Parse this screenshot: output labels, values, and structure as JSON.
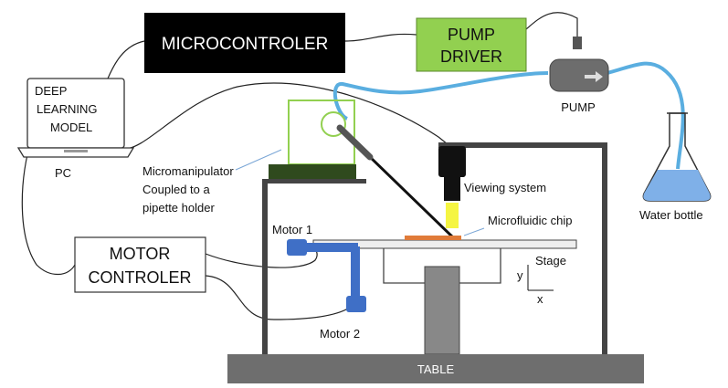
{
  "labels": {
    "microcontroller": "MICROCONTROLER",
    "pump_driver_line1": "PUMP",
    "pump_driver_line2": "DRIVER",
    "pump": "PUMP",
    "water_bottle": "Water bottle",
    "pc": "PC",
    "pc_screen_line1": "DEEP",
    "pc_screen_line2": "LEARNING",
    "pc_screen_line3": "MODEL",
    "micromanipulator_line1": "Micromanipulator",
    "micromanipulator_line2": "Coupled to a",
    "micromanipulator_line3": "pipette holder",
    "viewing_system": "Viewing  system",
    "microfluidic_chip": "Microfluidic  chip",
    "stage": "Stage",
    "axis_y": "y",
    "axis_x": "x",
    "motor1": "Motor  1",
    "motor2": "Motor  2",
    "motor_controller_line1": "MOTOR",
    "motor_controller_line2": "CONTROLER",
    "table": "TABLE"
  },
  "colors": {
    "microcontroller_fill": "#000000",
    "microcontroller_text": "#ffffff",
    "pump_driver_fill": "#92d050",
    "pump_body": "#6d6d6d",
    "tube": "#5aaee0",
    "water": "#7fb0e8",
    "manipulator_frame": "#92d050",
    "manipulator_base": "#2f4a1e",
    "motor": "#3f6fc6",
    "chip": "#e07b39",
    "light": "#f5f542",
    "table": "#6e6e6e",
    "frame": "#444444"
  }
}
